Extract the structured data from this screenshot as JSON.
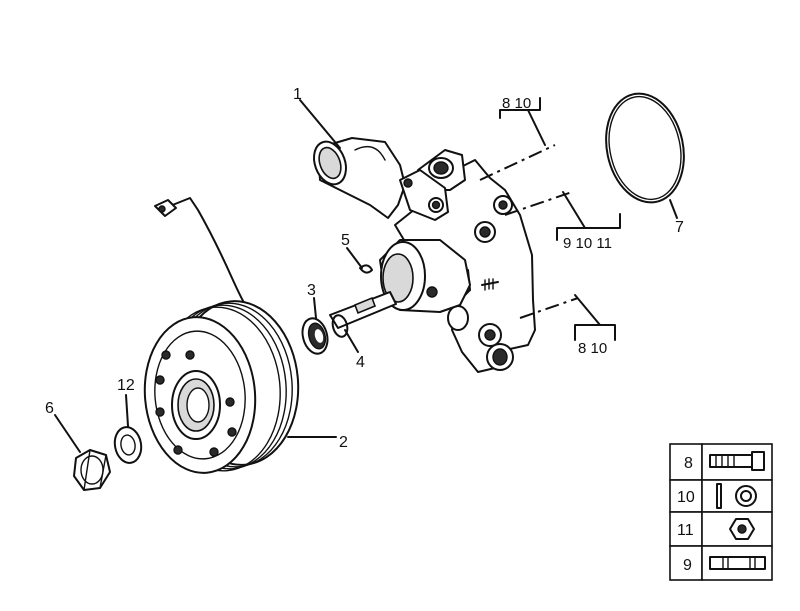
{
  "callouts": {
    "pump_body": "1",
    "pulley": "2",
    "seal": "3",
    "snap_ring": "4",
    "key": "5",
    "nut": "6",
    "gasket": "7",
    "washer": "12",
    "ref_top": "8  10",
    "ref_mid": "9  10  11",
    "ref_bot": "8  10"
  },
  "legend": {
    "rows": [
      {
        "num": "8",
        "icon": "bolt-icon"
      },
      {
        "num": "10",
        "icon": "washer-icon"
      },
      {
        "num": "11",
        "icon": "hex-nut-icon"
      },
      {
        "num": "9",
        "icon": "stud-icon"
      }
    ]
  }
}
